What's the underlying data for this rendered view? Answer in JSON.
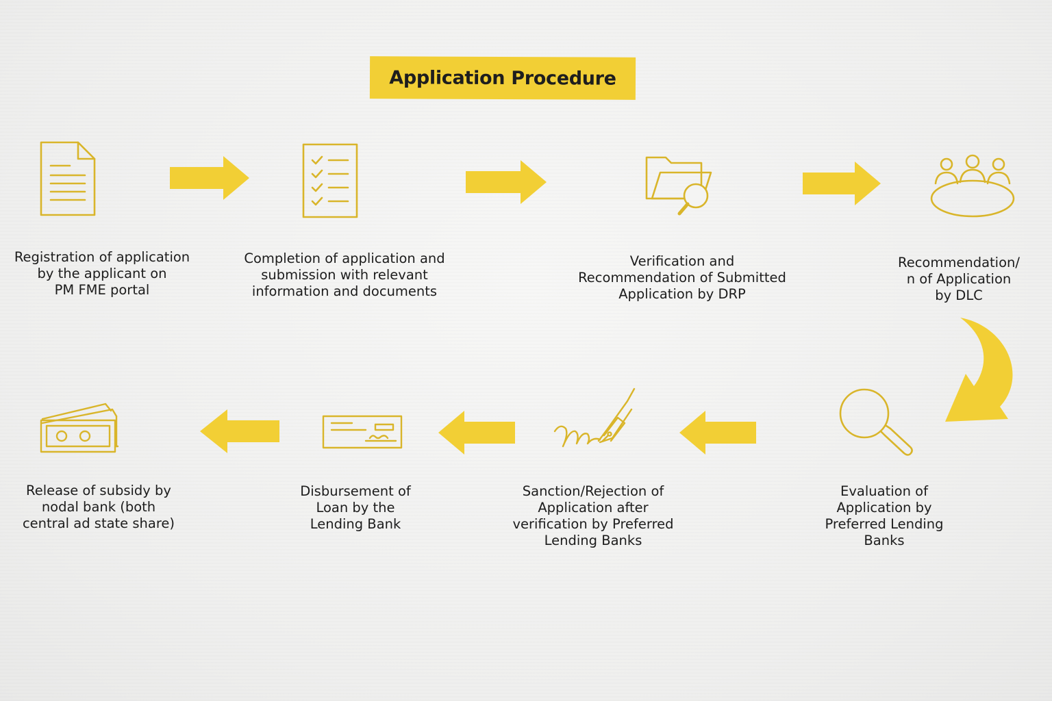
{
  "title": "Application Procedure",
  "colors": {
    "accent": "#f2cf35",
    "icon_stroke": "#d9b52a",
    "text": "#1c1c1c"
  },
  "steps": [
    {
      "label": "Registration of application\nby the applicant on\nPM FME portal",
      "icon": "document-icon"
    },
    {
      "label": "Completion of application and\nsubmission with relevant\ninformation and documents",
      "icon": "checklist-icon"
    },
    {
      "label": "Verification and\nRecommendation of Submitted\nApplication by DRP",
      "icon": "folder-search-icon"
    },
    {
      "label": "Recommendation/\nn of Application\nby DLC",
      "icon": "meeting-table-icon"
    },
    {
      "label": "Evaluation of\nApplication by\nPreferred Lending\nBanks",
      "icon": "magnifier-icon"
    },
    {
      "label": "Sanction/Rejection of\nApplication after\nverification by Preferred\nLending Banks",
      "icon": "signature-pen-icon"
    },
    {
      "label": "Disbursement of\nLoan by the\nLending Bank",
      "icon": "cheque-icon"
    },
    {
      "label": "Release of subsidy by\nnodal bank (both\ncentral ad state share)",
      "icon": "cash-stack-icon"
    }
  ]
}
